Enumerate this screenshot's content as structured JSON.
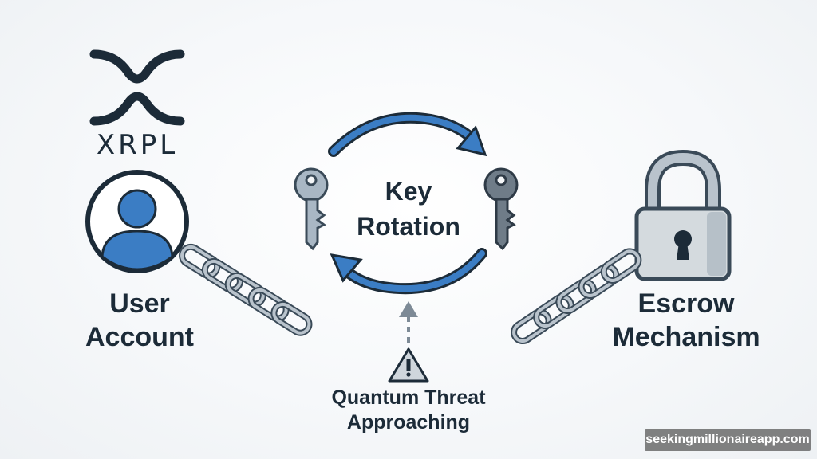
{
  "logo": {
    "text": "XRPL",
    "icon": "xrp-logo-icon"
  },
  "user": {
    "line1": "User",
    "line2": "Account",
    "icon": "user-avatar-icon"
  },
  "center": {
    "line1": "Key",
    "line2": "Rotation",
    "icons": [
      "key-icon",
      "rotation-arrows-icon"
    ]
  },
  "escrow": {
    "line1": "Escrow",
    "line2": "Mechanism",
    "icon": "padlock-icon"
  },
  "threat": {
    "line1": "Quantum Threat",
    "line2": "Approaching",
    "icon": "warning-triangle-icon"
  },
  "watermark": "seekingmillionaireapp.com",
  "colors": {
    "accent_blue": "#3b7dc4",
    "dark": "#1c2b38",
    "metal": "#9aa6b2",
    "lock_body": "#d4dade"
  }
}
